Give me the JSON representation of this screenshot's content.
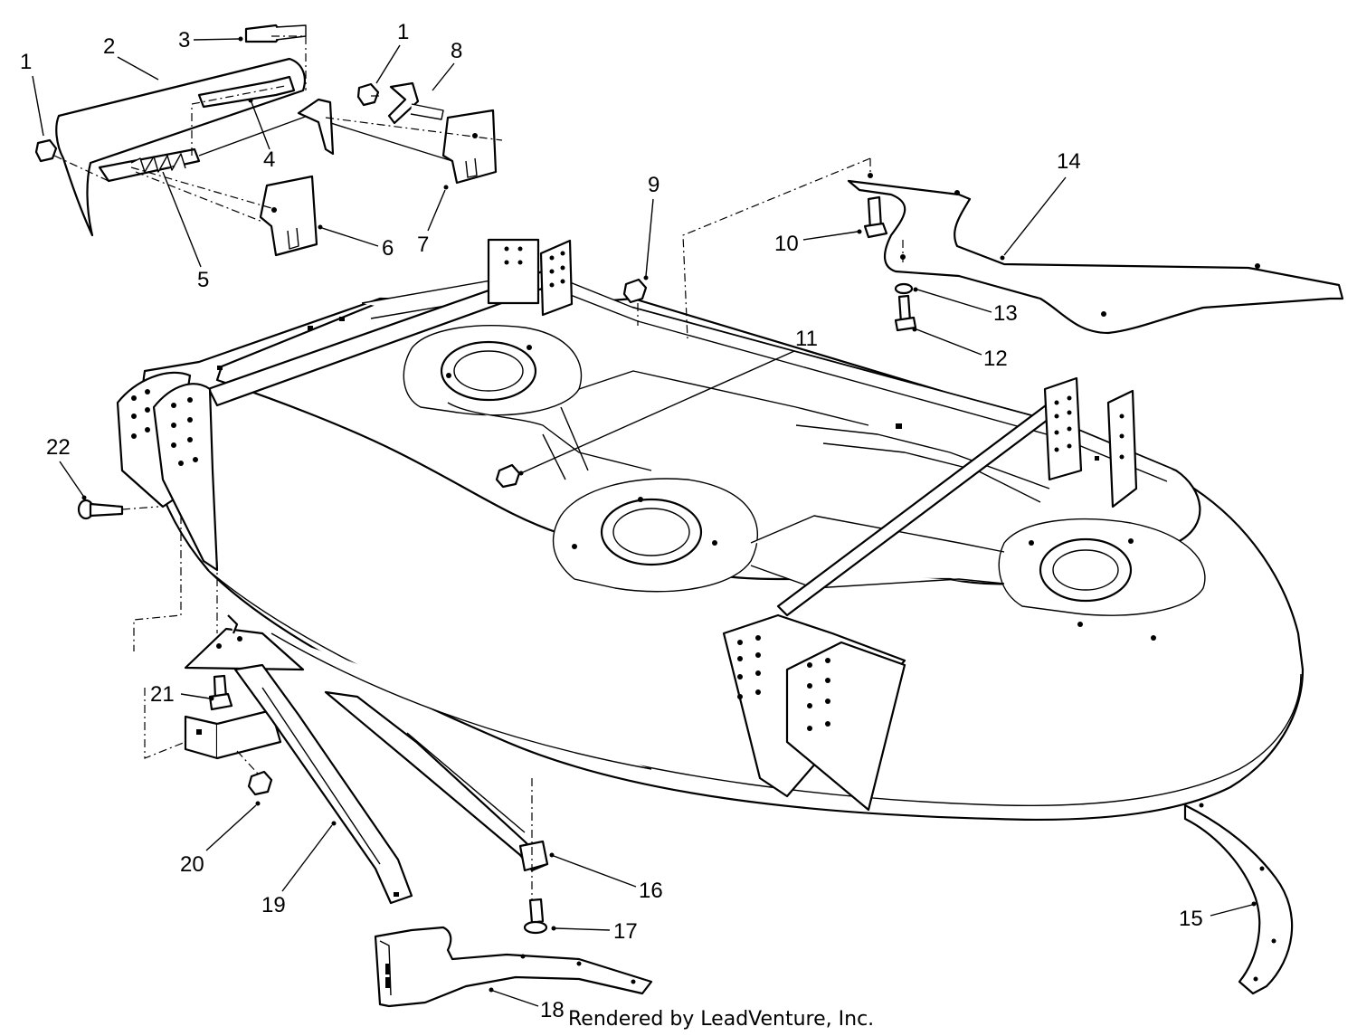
{
  "watermark": "LEADVENTURE",
  "footer": "Rendered by LeadVenture, Inc.",
  "callouts": [
    {
      "id": "c1a",
      "label": "1"
    },
    {
      "id": "c2",
      "label": "2"
    },
    {
      "id": "c3",
      "label": "3"
    },
    {
      "id": "c1b",
      "label": "1"
    },
    {
      "id": "c8",
      "label": "8"
    },
    {
      "id": "c4",
      "label": "4"
    },
    {
      "id": "c5",
      "label": "5"
    },
    {
      "id": "c6",
      "label": "6"
    },
    {
      "id": "c7",
      "label": "7"
    },
    {
      "id": "c9",
      "label": "9"
    },
    {
      "id": "c14",
      "label": "14"
    },
    {
      "id": "c10",
      "label": "10"
    },
    {
      "id": "c13",
      "label": "13"
    },
    {
      "id": "c12",
      "label": "12"
    },
    {
      "id": "c11",
      "label": "11"
    },
    {
      "id": "c22",
      "label": "22"
    },
    {
      "id": "c21",
      "label": "21"
    },
    {
      "id": "c20",
      "label": "20"
    },
    {
      "id": "c19",
      "label": "19"
    },
    {
      "id": "c16",
      "label": "16"
    },
    {
      "id": "c17",
      "label": "17"
    },
    {
      "id": "c18",
      "label": "18"
    },
    {
      "id": "c15",
      "label": "15"
    }
  ]
}
